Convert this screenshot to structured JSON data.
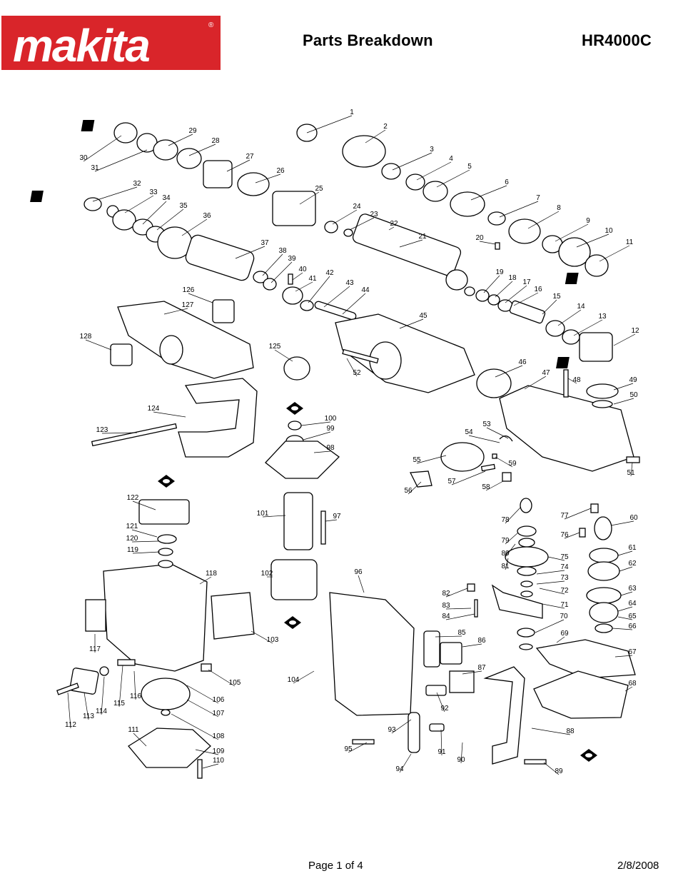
{
  "brand": {
    "name": "makita",
    "registered": "®"
  },
  "header": {
    "title": "Parts Breakdown",
    "model": "HR4000C"
  },
  "footer": {
    "page": "Page 1 of 4",
    "date": "2/8/2008"
  },
  "diagram": {
    "markers": [
      "A",
      "A",
      "B",
      "B"
    ],
    "parts": [
      "1",
      "2",
      "3",
      "4",
      "5",
      "6",
      "7",
      "8",
      "9",
      "10",
      "11",
      "12",
      "13",
      "14",
      "15",
      "16",
      "17",
      "18",
      "19",
      "20",
      "21",
      "22",
      "23",
      "24",
      "25",
      "26",
      "27",
      "28",
      "29",
      "30",
      "31",
      "32",
      "33",
      "34",
      "35",
      "36",
      "37",
      "38",
      "39",
      "40",
      "41",
      "42",
      "43",
      "44",
      "45",
      "46",
      "47",
      "48",
      "49",
      "50",
      "51",
      "52",
      "53",
      "54",
      "55",
      "56",
      "57",
      "58",
      "59",
      "60",
      "61",
      "62",
      "63",
      "64",
      "65",
      "66",
      "67",
      "68",
      "69",
      "70",
      "71",
      "72",
      "73",
      "74",
      "75",
      "76",
      "77",
      "78",
      "79",
      "80",
      "81",
      "82",
      "83",
      "84",
      "85",
      "86",
      "87",
      "88",
      "89",
      "90",
      "91",
      "92",
      "93",
      "94",
      "95",
      "96",
      "97",
      "98",
      "99",
      "100",
      "101",
      "102",
      "103",
      "104",
      "105",
      "106",
      "107",
      "108",
      "109",
      "110",
      "111",
      "112",
      "113",
      "114",
      "115",
      "116",
      "117",
      "118",
      "119",
      "120",
      "121",
      "122",
      "123",
      "124",
      "125",
      "126",
      "127",
      "128"
    ]
  },
  "colors": {
    "brand_red": "#d9252a",
    "ink": "#000000",
    "part_fill": "#ffffff"
  }
}
